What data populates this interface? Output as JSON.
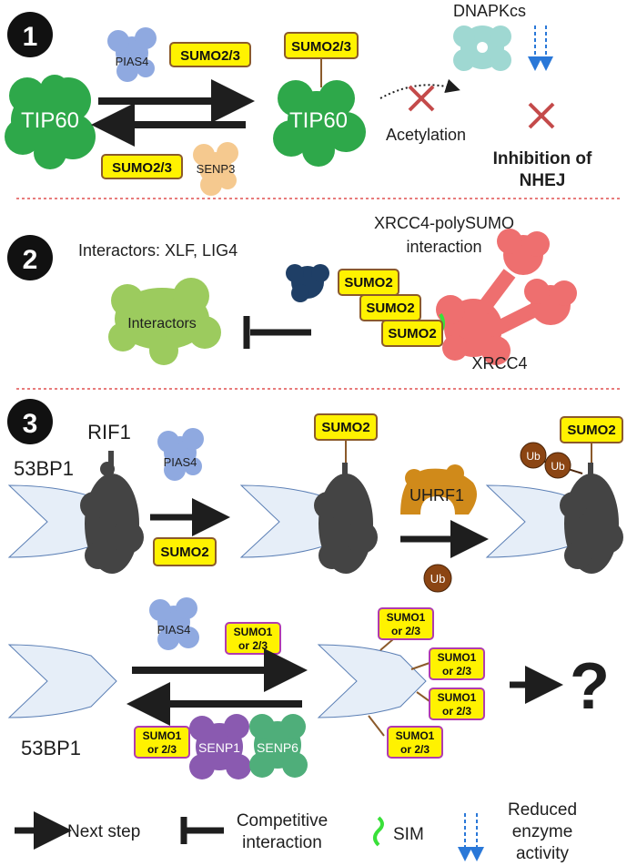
{
  "panel1": {
    "number": "1",
    "tip60_left": "TIP60",
    "tip60_right": "TIP60",
    "pias4": "PIAS4",
    "senp3": "SENP3",
    "sumo_top": "SUMO2/3",
    "sumo_bottom": "SUMO2/3",
    "sumo_attached": "SUMO2/3",
    "dnapkcs": "DNAPKcs",
    "acetylation": "Acetylation",
    "inhibition_line1": "Inhibition of",
    "inhibition_line2": "NHEJ"
  },
  "panel2": {
    "number": "2",
    "interactors_title": "Interactors: XLF, LIG4",
    "interactors_blob": "Interactors",
    "xrcc4_title_line1": "XRCC4-polySUMO",
    "xrcc4_title_line2": "interaction",
    "sumo_1": "SUMO2",
    "sumo_2": "SUMO2",
    "sumo_3": "SUMO2",
    "xrcc4": "XRCC4"
  },
  "panel3": {
    "number": "3",
    "rif1": "RIF1",
    "bp1_top": "53BP1",
    "pias4_top": "PIAS4",
    "sumo_free": "SUMO2",
    "sumo_mid": "SUMO2",
    "uhrf1": "UHRF1",
    "ub_free": "Ub",
    "ub_1": "Ub",
    "ub_2": "Ub",
    "sumo_right": "SUMO2",
    "pias4_bottom": "PIAS4",
    "senp1": "SENP1",
    "senp6": "SENP6",
    "bp1_bottom": "53BP1",
    "sumo_mixed_top_l1": "SUMO1",
    "sumo_mixed_top_l2": "or 2/3",
    "sumo_mixed_bottom_l1": "SUMO1",
    "sumo_mixed_bottom_l2": "or 2/3",
    "branch_1_l1": "SUMO1",
    "branch_1_l2": "or 2/3",
    "branch_2_l1": "SUMO1",
    "branch_2_l2": "or 2/3",
    "branch_3_l1": "SUMO1",
    "branch_3_l2": "or 2/3",
    "branch_4_l1": "SUMO1",
    "branch_4_l2": "or 2/3",
    "question": "?"
  },
  "legend": {
    "next_step": "Next step",
    "competitive_line1": "Competitive",
    "competitive_line2": "interaction",
    "sim": "SIM",
    "reduced_line1": "Reduced",
    "reduced_line2": "enzyme",
    "reduced_line3": "activity"
  },
  "colors": {
    "sumo_fill": "#fff200",
    "sumo_stroke": "#8b5a2b",
    "sumo1_stroke": "#b03bb0",
    "tip60": "#2ea84a",
    "pias4": "#8fa9e0",
    "senp3": "#f5c98f",
    "dnapkcs": "#9fd8d2",
    "xrcc4": "#ee6f6f",
    "navy": "#1f3f66",
    "interactors": "#9ccb5e",
    "rif1": "#444444",
    "bp1": "#e6eef8",
    "uhrf1": "#d08a1a",
    "ub": "#8b4513",
    "senp1": "#8a5ab0",
    "senp6": "#4fae7a",
    "red_x": "#c44a4a",
    "divider": "#e05050",
    "blue_arrow": "#2a78d8",
    "sim": "#39e039"
  }
}
